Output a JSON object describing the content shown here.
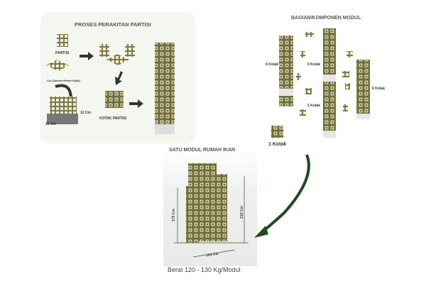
{
  "panel_assembly": {
    "title": "PROSES PERAKITAN PARTISI",
    "label_partisi": "PARTISI",
    "label_cor": "Cor (Semen+Pasir+Split)",
    "label_height": "12 Cm",
    "label_width": "36 Cm",
    "label_kotak": "KOTAK PARTISI"
  },
  "panel_components": {
    "title": "BAGIAN/KOMPONEN MODUL",
    "labels": [
      "6 Kotak",
      "5 Kotak",
      "6 Kotak",
      "5 Kotak"
    ],
    "single": "1 Kotak"
  },
  "panel_module": {
    "title": "SATU MODUL RUMAH IKAN",
    "dim_left": "175 Cm",
    "dim_right": "210 Cm",
    "dim_bottom": "104 Cm",
    "weight": "Berat 120 - 130 Kg/Modul"
  },
  "colors": {
    "frame": "#8a8a5a",
    "box": "#c9c79a",
    "arrow": "#1f4a1f"
  }
}
